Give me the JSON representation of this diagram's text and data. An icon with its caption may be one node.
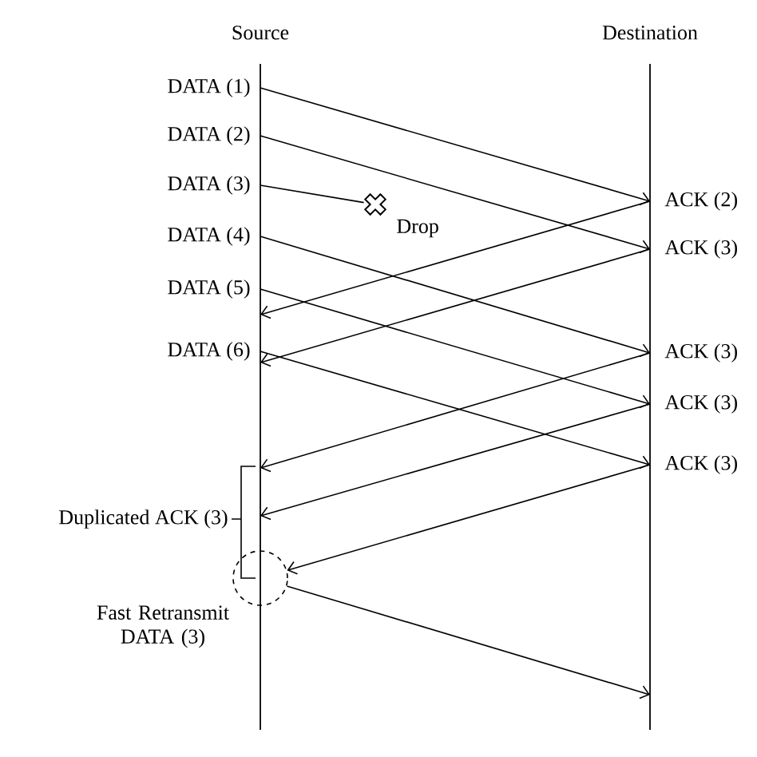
{
  "diagram": {
    "nodes": [
      {
        "text": [
          "Source"
        ]
      },
      {
        "text": [
          "Destination"
        ]
      },
      {
        "text": [
          "DATA (1)"
        ]
      },
      {
        "text": [
          "DATA (2)"
        ]
      },
      {
        "text": [
          "DATA (3)"
        ]
      },
      {
        "text": [
          "DATA (4)"
        ]
      },
      {
        "text": [
          "DATA (5)"
        ]
      },
      {
        "text": [
          "DATA (6)"
        ]
      },
      {
        "text": [
          "ACK (2)"
        ]
      },
      {
        "text": [
          "ACK (3)"
        ]
      },
      {
        "text": [
          "ACK (3)"
        ]
      },
      {
        "text": [
          "ACK (3)"
        ]
      },
      {
        "text": [
          "ACK (3)"
        ]
      },
      {
        "text": [],
        "shape": "cross",
        "beside": [
          "Drop"
        ]
      },
      {
        "text": [],
        "shape": "circle",
        "beside": [
          "Fast Retransmit DATA (3)"
        ]
      }
    ],
    "edges": [
      {
        "from": 2,
        "to": 8,
        "arrow": "to"
      },
      {
        "from": 3,
        "to": 9,
        "arrow": "to"
      },
      {
        "from": 4,
        "to": 13,
        "arrow": "none"
      },
      {
        "from": 5,
        "to": 10,
        "arrow": "to"
      },
      {
        "from": 6,
        "to": 11,
        "arrow": "to"
      },
      {
        "from": 7,
        "to": 12,
        "arrow": "to"
      },
      {
        "from": 8,
        "to": 0,
        "arrow": "to"
      },
      {
        "from": 9,
        "to": 0,
        "arrow": "to"
      },
      {
        "from": 10,
        "to": 0,
        "arrow": "to"
      },
      {
        "from": 11,
        "to": 0,
        "arrow": "to"
      },
      {
        "from": 12,
        "to": 14,
        "arrow": "to"
      },
      {
        "from": 14,
        "to": 1,
        "arrow": "to"
      }
    ],
    "labels": [
      "Duplicated ACK (3)"
    ]
  }
}
